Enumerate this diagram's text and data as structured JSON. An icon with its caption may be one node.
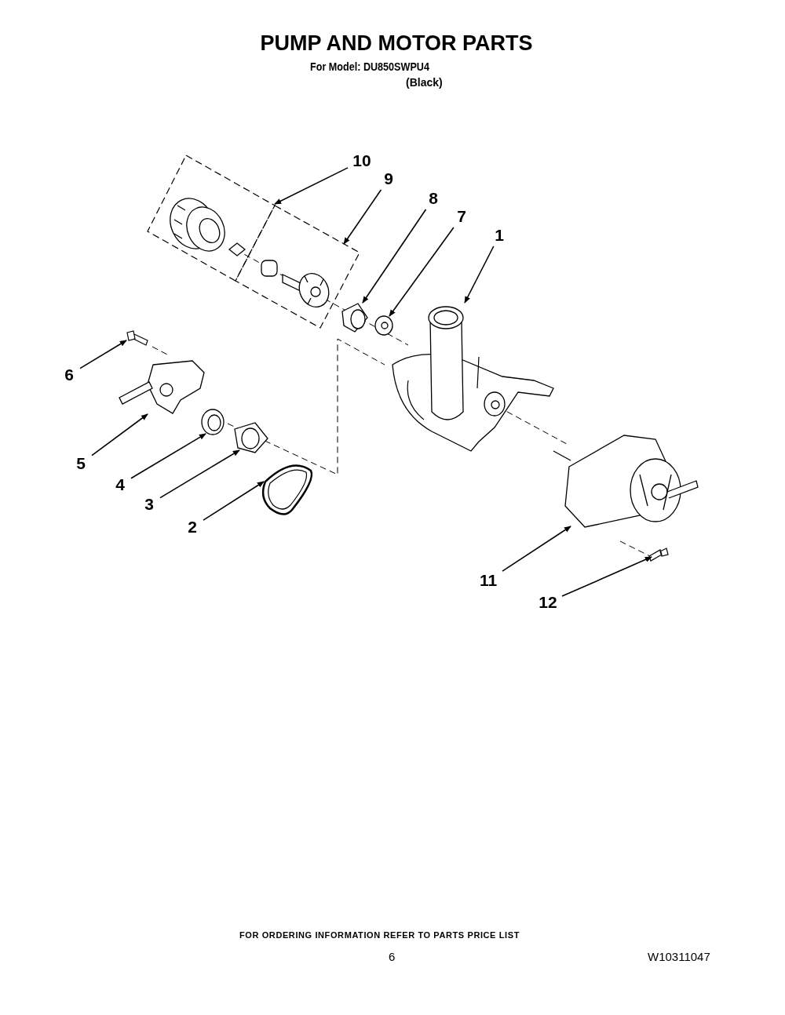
{
  "diagram": {
    "title": "PUMP AND MOTOR PARTS",
    "nodes": [
      {
        "text": [
          "10"
        ]
      },
      {
        "text": [
          "9"
        ]
      },
      {
        "text": [
          "8"
        ]
      },
      {
        "text": [
          "7"
        ]
      },
      {
        "text": [
          "1"
        ]
      },
      {
        "text": [
          "6"
        ]
      },
      {
        "text": [
          "5"
        ]
      },
      {
        "text": [
          "4"
        ]
      },
      {
        "text": [
          "3"
        ]
      },
      {
        "text": [
          "2"
        ]
      },
      {
        "text": [
          "11"
        ]
      },
      {
        "text": [
          "12"
        ]
      },
      {
        "text": [],
        "shape": "box"
      },
      {
        "text": [],
        "shape": "box"
      },
      {
        "text": [],
        "shape": "picture"
      },
      {
        "text": [],
        "shape": "picture"
      },
      {
        "text": [],
        "shape": "picture"
      },
      {
        "text": [],
        "shape": "picture"
      },
      {
        "text": [],
        "shape": "picture"
      },
      {
        "text": [],
        "shape": "picture"
      },
      {
        "text": [],
        "shape": "picture"
      },
      {
        "text": [],
        "shape": "picture"
      },
      {
        "text": [],
        "shape": "picture"
      },
      {
        "text": [],
        "shape": "picture"
      }
    ],
    "edges": [
      {
        "from": 0,
        "to": 12,
        "arrow": "to"
      },
      {
        "from": 1,
        "to": 13,
        "arrow": "to"
      },
      {
        "from": 2,
        "to": 14,
        "arrow": "to"
      },
      {
        "from": 3,
        "to": 15,
        "arrow": "to"
      },
      {
        "from": 4,
        "to": 16,
        "arrow": "to"
      },
      {
        "from": 5,
        "to": 17,
        "arrow": "to"
      },
      {
        "from": 6,
        "to": 18,
        "arrow": "to"
      },
      {
        "from": 7,
        "to": 19,
        "arrow": "to"
      },
      {
        "from": 8,
        "to": 20,
        "arrow": "to"
      },
      {
        "from": 9,
        "to": 21,
        "arrow": "to"
      },
      {
        "from": 10,
        "to": 22,
        "arrow": "to"
      },
      {
        "from": 11,
        "to": 23,
        "arrow": "to"
      }
    ],
    "labels": [
      "For Model: DU850SWPU4",
      "(Black)",
      "FOR ORDERING INFORMATION REFER TO PARTS PRICE LIST",
      "6",
      "W10311047"
    ]
  }
}
